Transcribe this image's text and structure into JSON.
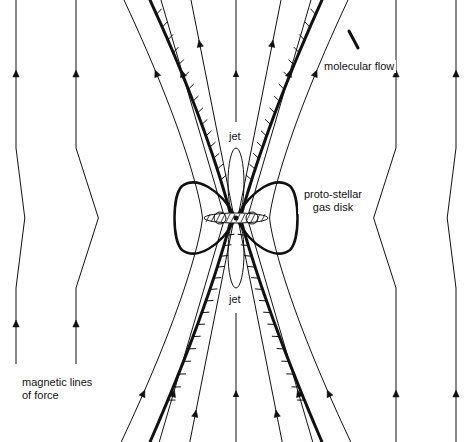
{
  "diagram": {
    "labels": [
      "molecular flow",
      "jet",
      "proto-stellar gas disk",
      "jet",
      "magnetic lines of force"
    ]
  }
}
